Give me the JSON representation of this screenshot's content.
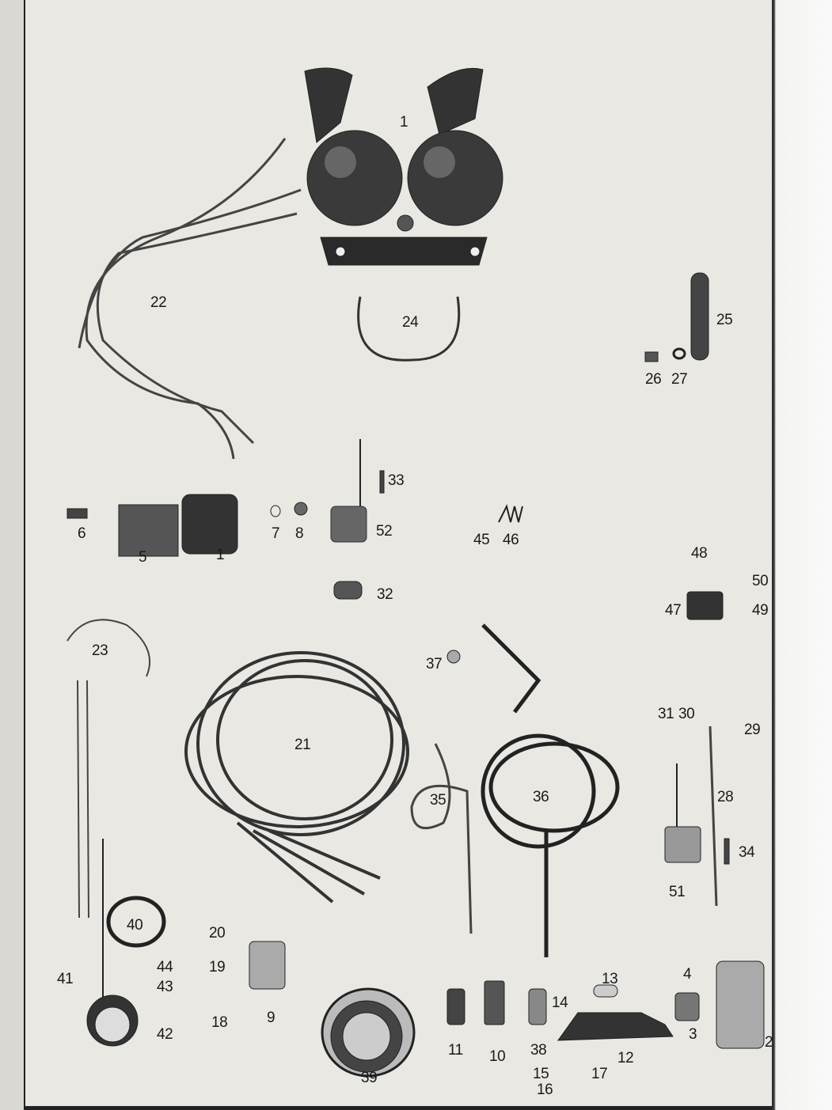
{
  "title": "Electrical equipment parts diagram",
  "parts": [
    "1",
    "22",
    "24",
    "25",
    "26",
    "27",
    "33",
    "6",
    "5",
    "1",
    "7",
    "8",
    "52",
    "45",
    "46",
    "48",
    "50",
    "47",
    "49",
    "32",
    "23",
    "37",
    "21",
    "31",
    "30",
    "29",
    "35",
    "36",
    "28",
    "34",
    "51",
    "40",
    "20",
    "44",
    "41",
    "43",
    "19",
    "13",
    "4",
    "14",
    "9",
    "18",
    "42",
    "11",
    "10",
    "38",
    "3",
    "12",
    "2",
    "15",
    "17",
    "16",
    "39"
  ],
  "colors": {
    "paper": "#e9e8e3",
    "ink": "#1a1a1a"
  }
}
